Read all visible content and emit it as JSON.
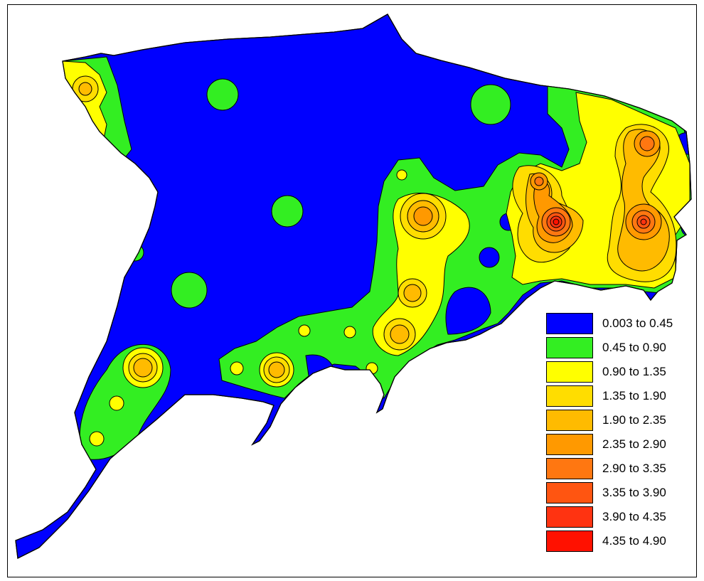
{
  "legend": {
    "items": [
      {
        "label": "0.003 to 0.45",
        "color": "#0000ff"
      },
      {
        "label": "0.45 to 0.90",
        "color": "#33ee22"
      },
      {
        "label": "0.90 to 1.35",
        "color": "#ffff00"
      },
      {
        "label": "1.35 to 1.90",
        "color": "#ffdd00"
      },
      {
        "label": "1.90 to 2.35",
        "color": "#ffbb00"
      },
      {
        "label": "2.35 to 2.90",
        "color": "#ff9900"
      },
      {
        "label": "2.90 to 3.35",
        "color": "#ff7711"
      },
      {
        "label": "3.35 to 3.90",
        "color": "#ff5511"
      },
      {
        "label": "3.90 to 4.35",
        "color": "#ff3311"
      },
      {
        "label": "4.35 to 4.90",
        "color": "#ff1100"
      }
    ]
  }
}
